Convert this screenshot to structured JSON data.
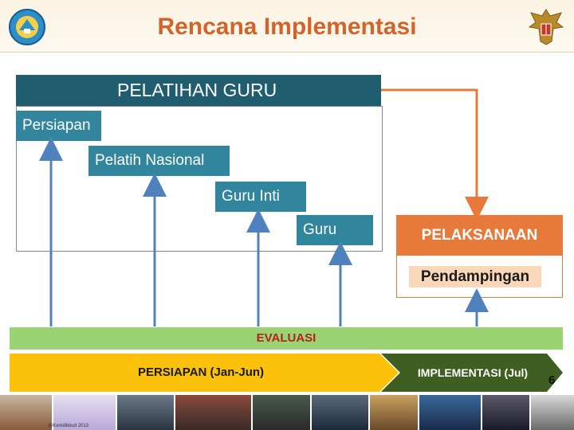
{
  "slide": {
    "title": "Rencana Implementasi",
    "page_number": "6"
  },
  "training": {
    "header": "PELATIHAN GURU",
    "steps": [
      "Persiapan",
      "Pelatih Nasional",
      "Guru Inti",
      "Guru"
    ]
  },
  "execution": {
    "header": "PELAKSANAAN",
    "tag": "Pendampingan"
  },
  "evaluation": {
    "label": "EVALUASI"
  },
  "timeline": {
    "phase_1": "PERSIAPAN (Jan-Jun)",
    "phase_2": "IMPLEMENTASI (Jul)"
  },
  "photo_strip": {
    "caption": "@Kemdikbud 2013"
  },
  "colors": {
    "title": "#d2632b",
    "training_header": "#1f5d6f",
    "step": "#31859c",
    "execution": "#e7793b",
    "evaluation": "#9bd372",
    "timeline_1": "#fcc20b",
    "timeline_2": "#3f5e22",
    "arrow_blue": "#4f81bd",
    "arrow_orange": "#e7793b"
  }
}
